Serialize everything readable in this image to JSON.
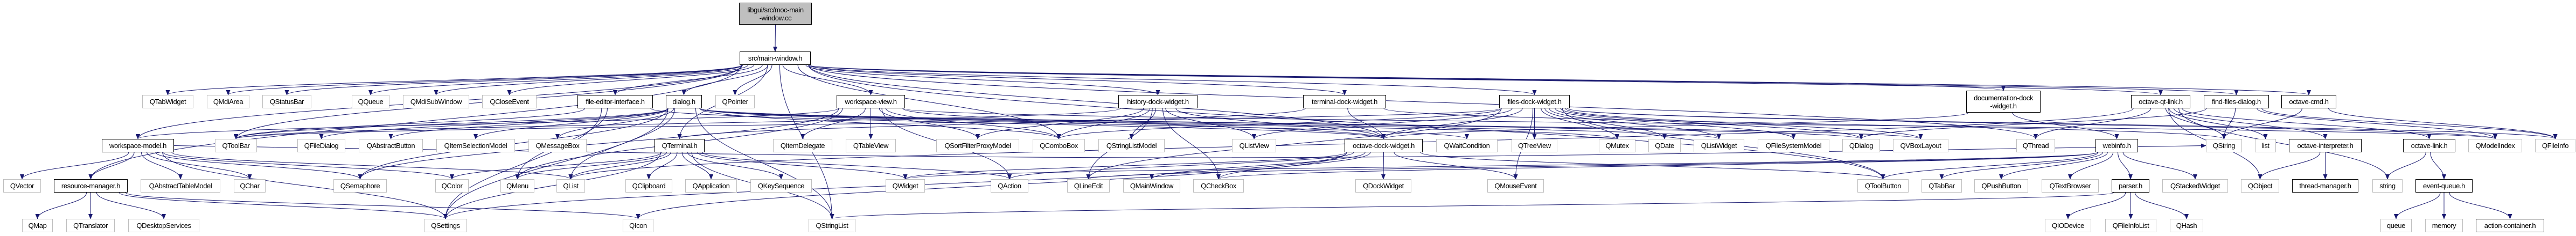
{
  "title": "libgui/src/moc-main-window.cc include dependency graph",
  "colors": {
    "edge": "#191970",
    "root_fill": "#bfbfbf",
    "internal_border": "#000000",
    "external_border": "#bfbfbf"
  },
  "nodes": [
    {
      "id": "root",
      "label": "libgui/src/moc-main\n-window.cc",
      "kind": "root"
    },
    {
      "id": "main-window",
      "label": "src/main-window.h",
      "kind": "internal"
    },
    {
      "id": "QTabWidget",
      "label": "QTabWidget",
      "kind": "external"
    },
    {
      "id": "QMdiArea",
      "label": "QMdiArea",
      "kind": "external"
    },
    {
      "id": "QStatusBar",
      "label": "QStatusBar",
      "kind": "external"
    },
    {
      "id": "QQueue",
      "label": "QQueue",
      "kind": "external"
    },
    {
      "id": "QMdiSubWindow",
      "label": "QMdiSubWindow",
      "kind": "external"
    },
    {
      "id": "QCloseEvent",
      "label": "QCloseEvent",
      "kind": "external"
    },
    {
      "id": "file-editor-interface",
      "label": "file-editor-interface.h",
      "kind": "internal"
    },
    {
      "id": "dialog",
      "label": "dialog.h",
      "kind": "internal"
    },
    {
      "id": "QPointer",
      "label": "QPointer",
      "kind": "external"
    },
    {
      "id": "workspace-view",
      "label": "workspace-view.h",
      "kind": "internal"
    },
    {
      "id": "history-dock-widget",
      "label": "history-dock-widget.h",
      "kind": "internal"
    },
    {
      "id": "terminal-dock-widget",
      "label": "terminal-dock-widget.h",
      "kind": "internal"
    },
    {
      "id": "files-dock-widget",
      "label": "files-dock-widget.h",
      "kind": "internal"
    },
    {
      "id": "documentation-dock-widget",
      "label": "documentation-dock\n-widget.h",
      "kind": "internal"
    },
    {
      "id": "octave-qt-link",
      "label": "octave-qt-link.h",
      "kind": "internal"
    },
    {
      "id": "find-files-dialog",
      "label": "find-files-dialog.h",
      "kind": "internal"
    },
    {
      "id": "octave-cmd",
      "label": "octave-cmd.h",
      "kind": "internal"
    },
    {
      "id": "workspace-model",
      "label": "workspace-model.h",
      "kind": "internal"
    },
    {
      "id": "QToolBar",
      "label": "QToolBar",
      "kind": "external"
    },
    {
      "id": "QFileDialog",
      "label": "QFileDialog",
      "kind": "external"
    },
    {
      "id": "QAbstractButton",
      "label": "QAbstractButton",
      "kind": "external"
    },
    {
      "id": "QItemSelectionModel",
      "label": "QItemSelectionModel",
      "kind": "external"
    },
    {
      "id": "QMessageBox",
      "label": "QMessageBox",
      "kind": "external"
    },
    {
      "id": "QTerminal",
      "label": "QTerminal.h",
      "kind": "internal"
    },
    {
      "id": "QItemDelegate",
      "label": "QItemDelegate",
      "kind": "external"
    },
    {
      "id": "QTableView",
      "label": "QTableView",
      "kind": "external"
    },
    {
      "id": "QSortFilterProxyModel",
      "label": "QSortFilterProxyModel",
      "kind": "external"
    },
    {
      "id": "QComboBox",
      "label": "QComboBox",
      "kind": "external"
    },
    {
      "id": "QStringListModel",
      "label": "QStringListModel",
      "kind": "external"
    },
    {
      "id": "QListView",
      "label": "QListView",
      "kind": "external"
    },
    {
      "id": "octave-dock-widget",
      "label": "octave-dock-widget.h",
      "kind": "internal"
    },
    {
      "id": "QWaitCondition",
      "label": "QWaitCondition",
      "kind": "external"
    },
    {
      "id": "QTreeView",
      "label": "QTreeView",
      "kind": "external"
    },
    {
      "id": "QMutex",
      "label": "QMutex",
      "kind": "external"
    },
    {
      "id": "QDate",
      "label": "QDate",
      "kind": "external"
    },
    {
      "id": "QListWidget",
      "label": "QListWidget",
      "kind": "external"
    },
    {
      "id": "QFileSystemModel",
      "label": "QFileSystemModel",
      "kind": "external"
    },
    {
      "id": "QDialog",
      "label": "QDialog",
      "kind": "external"
    },
    {
      "id": "QVBoxLayout",
      "label": "QVBoxLayout",
      "kind": "external"
    },
    {
      "id": "QThread",
      "label": "QThread",
      "kind": "external"
    },
    {
      "id": "webinfo",
      "label": "webinfo.h",
      "kind": "internal"
    },
    {
      "id": "QString",
      "label": "QString",
      "kind": "external"
    },
    {
      "id": "list",
      "label": "list",
      "kind": "external"
    },
    {
      "id": "octave-interpreter",
      "label": "octave-interpreter.h",
      "kind": "internal"
    },
    {
      "id": "octave-link",
      "label": "octave-link.h",
      "kind": "internal"
    },
    {
      "id": "QModelIndex",
      "label": "QModelIndex",
      "kind": "external"
    },
    {
      "id": "QFileInfo",
      "label": "QFileInfo",
      "kind": "external"
    },
    {
      "id": "QVector",
      "label": "QVector",
      "kind": "external"
    },
    {
      "id": "resource-manager",
      "label": "resource-manager.h",
      "kind": "internal"
    },
    {
      "id": "QAbstractTableModel",
      "label": "QAbstractTableModel",
      "kind": "external"
    },
    {
      "id": "QChar",
      "label": "QChar",
      "kind": "external"
    },
    {
      "id": "QSemaphore",
      "label": "QSemaphore",
      "kind": "external"
    },
    {
      "id": "QColor",
      "label": "QColor",
      "kind": "external"
    },
    {
      "id": "QMenu",
      "label": "QMenu",
      "kind": "external"
    },
    {
      "id": "QList",
      "label": "QList",
      "kind": "external"
    },
    {
      "id": "QClipboard",
      "label": "QClipboard",
      "kind": "external"
    },
    {
      "id": "QApplication",
      "label": "QApplication",
      "kind": "external"
    },
    {
      "id": "QKeySequence",
      "label": "QKeySequence",
      "kind": "external"
    },
    {
      "id": "QWidget",
      "label": "QWidget",
      "kind": "external"
    },
    {
      "id": "QAction",
      "label": "QAction",
      "kind": "external"
    },
    {
      "id": "QLineEdit",
      "label": "QLineEdit",
      "kind": "external"
    },
    {
      "id": "QMainWindow",
      "label": "QMainWindow",
      "kind": "external"
    },
    {
      "id": "QCheckBox",
      "label": "QCheckBox",
      "kind": "external"
    },
    {
      "id": "QDockWidget",
      "label": "QDockWidget",
      "kind": "external"
    },
    {
      "id": "QMouseEvent",
      "label": "QMouseEvent",
      "kind": "external"
    },
    {
      "id": "QToolButton",
      "label": "QToolButton",
      "kind": "external"
    },
    {
      "id": "QTabBar",
      "label": "QTabBar",
      "kind": "external"
    },
    {
      "id": "QPushButton",
      "label": "QPushButton",
      "kind": "external"
    },
    {
      "id": "QTextBrowser",
      "label": "QTextBrowser",
      "kind": "external"
    },
    {
      "id": "parser",
      "label": "parser.h",
      "kind": "internal"
    },
    {
      "id": "QStackedWidget",
      "label": "QStackedWidget",
      "kind": "external"
    },
    {
      "id": "QObject",
      "label": "QObject",
      "kind": "external"
    },
    {
      "id": "thread-manager",
      "label": "thread-manager.h",
      "kind": "internal"
    },
    {
      "id": "string",
      "label": "string",
      "kind": "external"
    },
    {
      "id": "event-queue",
      "label": "event-queue.h",
      "kind": "internal"
    },
    {
      "id": "QMap",
      "label": "QMap",
      "kind": "external"
    },
    {
      "id": "QTranslator",
      "label": "QTranslator",
      "kind": "external"
    },
    {
      "id": "QDesktopServices",
      "label": "QDesktopServices",
      "kind": "external"
    },
    {
      "id": "QSettings",
      "label": "QSettings",
      "kind": "external"
    },
    {
      "id": "QIcon",
      "label": "QIcon",
      "kind": "external"
    },
    {
      "id": "QStringList",
      "label": "QStringList",
      "kind": "external"
    },
    {
      "id": "QIODevice",
      "label": "QIODevice",
      "kind": "external"
    },
    {
      "id": "QFileInfoList",
      "label": "QFileInfoList",
      "kind": "external"
    },
    {
      "id": "QHash",
      "label": "QHash",
      "kind": "external"
    },
    {
      "id": "queue",
      "label": "queue",
      "kind": "external"
    },
    {
      "id": "memory",
      "label": "memory",
      "kind": "external"
    },
    {
      "id": "action-container",
      "label": "action-container.h",
      "kind": "internal"
    }
  ],
  "edges": [
    [
      "root",
      "main-window"
    ],
    [
      "main-window",
      "QTabWidget"
    ],
    [
      "main-window",
      "QMdiArea"
    ],
    [
      "main-window",
      "QStatusBar"
    ],
    [
      "main-window",
      "QQueue"
    ],
    [
      "main-window",
      "QMdiSubWindow"
    ],
    [
      "main-window",
      "QCloseEvent"
    ],
    [
      "main-window",
      "file-editor-interface"
    ],
    [
      "main-window",
      "dialog"
    ],
    [
      "main-window",
      "QPointer"
    ],
    [
      "main-window",
      "workspace-view"
    ],
    [
      "main-window",
      "history-dock-widget"
    ],
    [
      "main-window",
      "terminal-dock-widget"
    ],
    [
      "main-window",
      "files-dock-widget"
    ],
    [
      "main-window",
      "documentation-dock-widget"
    ],
    [
      "main-window",
      "octave-qt-link"
    ],
    [
      "main-window",
      "find-files-dialog"
    ],
    [
      "main-window",
      "octave-cmd"
    ],
    [
      "main-window",
      "workspace-model"
    ],
    [
      "main-window",
      "resource-manager"
    ],
    [
      "main-window",
      "QToolBar"
    ],
    [
      "main-window",
      "QTerminal"
    ],
    [
      "main-window",
      "QComboBox"
    ],
    [
      "main-window",
      "octave-dock-widget"
    ],
    [
      "main-window",
      "QThread"
    ],
    [
      "main-window",
      "QStringList"
    ],
    [
      "main-window",
      "QToolButton"
    ],
    [
      "file-editor-interface",
      "QToolBar"
    ],
    [
      "file-editor-interface",
      "QMenu"
    ],
    [
      "file-editor-interface",
      "QSettings"
    ],
    [
      "file-editor-interface",
      "octave-dock-widget"
    ],
    [
      "dialog",
      "QFileDialog"
    ],
    [
      "dialog",
      "QAbstractButton"
    ],
    [
      "dialog",
      "QItemSelectionModel"
    ],
    [
      "dialog",
      "QMessageBox"
    ],
    [
      "dialog",
      "QList"
    ],
    [
      "dialog",
      "QSemaphore"
    ],
    [
      "dialog",
      "QMutex"
    ],
    [
      "dialog",
      "QWaitCondition"
    ],
    [
      "dialog",
      "QStringList"
    ],
    [
      "dialog",
      "QDialog"
    ],
    [
      "dialog",
      "QVBoxLayout"
    ],
    [
      "dialog",
      "QListWidget"
    ],
    [
      "dialog",
      "QSettings"
    ],
    [
      "dialog",
      "QComboBox"
    ],
    [
      "dialog",
      "QToolBar"
    ],
    [
      "workspace-view",
      "QItemDelegate"
    ],
    [
      "workspace-view",
      "QTableView"
    ],
    [
      "workspace-view",
      "QSortFilterProxyModel"
    ],
    [
      "workspace-view",
      "QComboBox"
    ],
    [
      "workspace-view",
      "QSemaphore"
    ],
    [
      "workspace-view",
      "octave-dock-widget"
    ],
    [
      "workspace-view",
      "workspace-model"
    ],
    [
      "workspace-view",
      "QAction"
    ],
    [
      "workspace-view",
      "QMenu"
    ],
    [
      "workspace-view",
      "QModelIndex"
    ],
    [
      "history-dock-widget",
      "QSortFilterProxyModel"
    ],
    [
      "history-dock-widget",
      "QComboBox"
    ],
    [
      "history-dock-widget",
      "QStringListModel"
    ],
    [
      "history-dock-widget",
      "QListView"
    ],
    [
      "history-dock-widget",
      "QCheckBox"
    ],
    [
      "history-dock-widget",
      "QLineEdit"
    ],
    [
      "history-dock-widget",
      "octave-dock-widget"
    ],
    [
      "history-dock-widget",
      "QToolBar"
    ],
    [
      "terminal-dock-widget",
      "QTerminal"
    ],
    [
      "terminal-dock-widget",
      "octave-dock-widget"
    ],
    [
      "terminal-dock-widget",
      "QString"
    ],
    [
      "files-dock-widget",
      "QTreeView"
    ],
    [
      "files-dock-widget",
      "QMouseEvent"
    ],
    [
      "files-dock-widget",
      "QMutex"
    ],
    [
      "files-dock-widget",
      "QDate"
    ],
    [
      "files-dock-widget",
      "QListWidget"
    ],
    [
      "files-dock-widget",
      "QFileSystemModel"
    ],
    [
      "files-dock-widget",
      "QDialog"
    ],
    [
      "files-dock-widget",
      "QVBoxLayout"
    ],
    [
      "files-dock-widget",
      "octave-dock-widget"
    ],
    [
      "files-dock-widget",
      "QListView"
    ],
    [
      "files-dock-widget",
      "QComboBox"
    ],
    [
      "files-dock-widget",
      "QToolBar"
    ],
    [
      "files-dock-widget",
      "QToolButton"
    ],
    [
      "files-dock-widget",
      "QLineEdit"
    ],
    [
      "files-dock-widget",
      "QFileInfo"
    ],
    [
      "files-dock-widget",
      "QModelIndex"
    ],
    [
      "documentation-dock-widget",
      "webinfo"
    ],
    [
      "documentation-dock-widget",
      "octave-dock-widget"
    ],
    [
      "octave-qt-link",
      "QString"
    ],
    [
      "octave-qt-link",
      "list"
    ],
    [
      "octave-qt-link",
      "octave-interpreter"
    ],
    [
      "octave-qt-link",
      "octave-link"
    ],
    [
      "octave-qt-link",
      "QObject"
    ],
    [
      "octave-qt-link",
      "QThread"
    ],
    [
      "octave-qt-link",
      "string"
    ],
    [
      "octave-qt-link",
      "QList"
    ],
    [
      "find-files-dialog",
      "QString"
    ],
    [
      "find-files-dialog",
      "QFileInfo"
    ],
    [
      "find-files-dialog",
      "QModelIndex"
    ],
    [
      "find-files-dialog",
      "QDialog"
    ],
    [
      "octave-cmd",
      "QString"
    ],
    [
      "octave-cmd",
      "QFileInfo"
    ],
    [
      "workspace-model",
      "QVector"
    ],
    [
      "workspace-model",
      "resource-manager"
    ],
    [
      "workspace-model",
      "QAbstractTableModel"
    ],
    [
      "workspace-model",
      "QChar"
    ],
    [
      "workspace-model",
      "QSemaphore"
    ],
    [
      "workspace-model",
      "QColor"
    ],
    [
      "workspace-model",
      "QList"
    ],
    [
      "workspace-model",
      "QSettings"
    ],
    [
      "workspace-model",
      "QString"
    ],
    [
      "resource-manager",
      "QMap"
    ],
    [
      "resource-manager",
      "QTranslator"
    ],
    [
      "resource-manager",
      "QDesktopServices"
    ],
    [
      "resource-manager",
      "QSettings"
    ],
    [
      "resource-manager",
      "QIcon"
    ],
    [
      "QTerminal",
      "QClipboard"
    ],
    [
      "QTerminal",
      "QApplication"
    ],
    [
      "QTerminal",
      "QKeySequence"
    ],
    [
      "QTerminal",
      "QList"
    ],
    [
      "QTerminal",
      "QMenu"
    ],
    [
      "QTerminal",
      "QAction"
    ],
    [
      "QTerminal",
      "QWidget"
    ],
    [
      "QTerminal",
      "QColor"
    ],
    [
      "QTerminal",
      "QSettings"
    ],
    [
      "QTerminal",
      "QStringList"
    ],
    [
      "octave-dock-widget",
      "QDockWidget"
    ],
    [
      "octave-dock-widget",
      "QMouseEvent"
    ],
    [
      "octave-dock-widget",
      "QCheckBox"
    ],
    [
      "octave-dock-widget",
      "QMainWindow"
    ],
    [
      "octave-dock-widget",
      "QToolButton"
    ],
    [
      "octave-dock-widget",
      "QWidget"
    ],
    [
      "octave-dock-widget",
      "QAction"
    ],
    [
      "octave-dock-widget",
      "QIcon"
    ],
    [
      "octave-dock-widget",
      "QSettings"
    ],
    [
      "webinfo",
      "QTabBar"
    ],
    [
      "webinfo",
      "QPushButton"
    ],
    [
      "webinfo",
      "QTextBrowser"
    ],
    [
      "webinfo",
      "parser"
    ],
    [
      "webinfo",
      "QStackedWidget"
    ],
    [
      "webinfo",
      "QToolButton"
    ],
    [
      "webinfo",
      "QCheckBox"
    ],
    [
      "webinfo",
      "QLineEdit"
    ],
    [
      "webinfo",
      "QWidget"
    ],
    [
      "parser",
      "QIODevice"
    ],
    [
      "parser",
      "QFileInfoList"
    ],
    [
      "parser",
      "QHash"
    ],
    [
      "parser",
      "QStringList"
    ],
    [
      "octave-interpreter",
      "QObject"
    ],
    [
      "octave-interpreter",
      "thread-manager"
    ],
    [
      "octave-link",
      "string"
    ],
    [
      "octave-link",
      "event-queue"
    ],
    [
      "event-queue",
      "queue"
    ],
    [
      "event-queue",
      "memory"
    ],
    [
      "event-queue",
      "action-container"
    ]
  ]
}
